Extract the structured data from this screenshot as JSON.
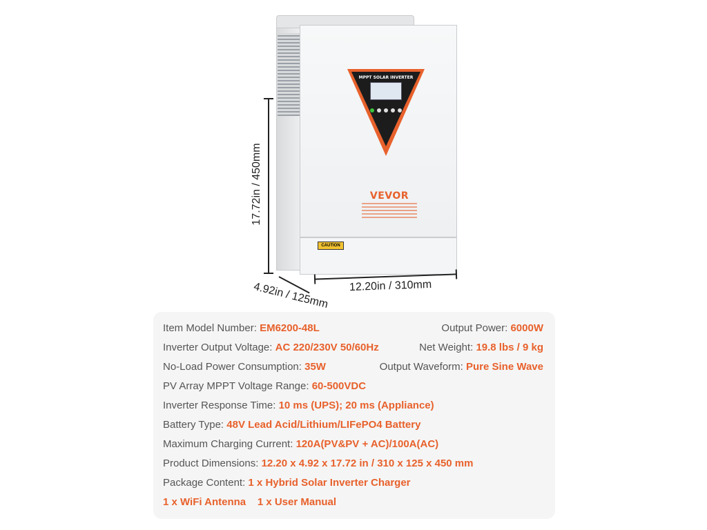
{
  "product": {
    "brand_logo": "VEVOR",
    "panel_label": "MPPT SOLAR INVERTER",
    "caution_label": "CAUTION",
    "dim_height": "17.72in / 450mm",
    "dim_width": "12.20in / 310mm",
    "dim_depth": "4.92in / 125mm"
  },
  "colors": {
    "accent": "#e8612c",
    "label_gray": "#555555",
    "card_bg": "#f5f5f5",
    "panel_black": "#1c1c1c"
  },
  "specs": {
    "model": {
      "label": "Item Model Number:",
      "value": "EM6200-48L"
    },
    "power": {
      "label": "Output Power:",
      "value": "6000W"
    },
    "voltage": {
      "label": "Inverter Output Voltage:",
      "value": "AC 220/230V 50/60Hz"
    },
    "weight": {
      "label": "Net Weight:",
      "value": "19.8 lbs / 9 kg"
    },
    "noload": {
      "label": "No-Load Power Consumption:",
      "value": "35W"
    },
    "waveform": {
      "label": "Output Waveform:",
      "value": "Pure Sine Wave"
    },
    "pv_range": {
      "label": "PV Array MPPT Voltage Range:",
      "value": "60-500VDC"
    },
    "response": {
      "label": "Inverter Response Time:",
      "value": "10 ms (UPS); 20 ms (Appliance)"
    },
    "battery": {
      "label": "Battery Type:",
      "value": "48V Lead Acid/Lithium/LIFePO4 Battery"
    },
    "charging": {
      "label": "Maximum Charging Current:",
      "value": "120A(PV&PV + AC)/100A(AC)"
    },
    "dimensions": {
      "label": "Product Dimensions:",
      "value": "12.20 x 4.92 x 17.72 in / 310 x 125 x 450 mm"
    },
    "package": {
      "label": "Package Content:",
      "value": "1 x Hybrid Solar Inverter Charger"
    },
    "package_extra": {
      "item1": "1 x WiFi Antenna",
      "item2": "1 x User Manual"
    }
  }
}
